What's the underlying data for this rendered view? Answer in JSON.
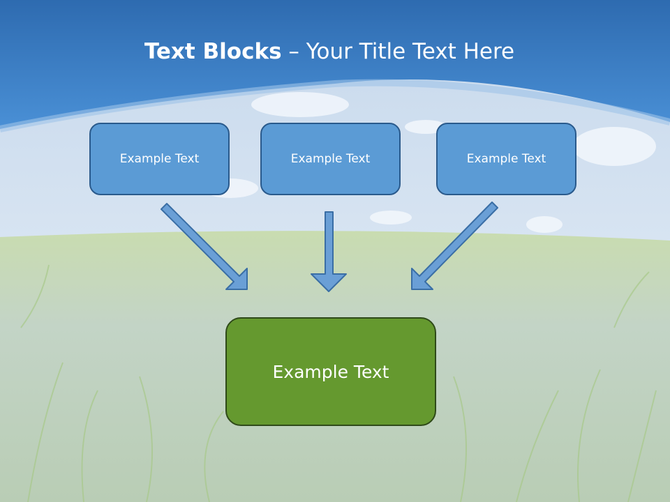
{
  "slide": {
    "title_bold": "Text Blocks",
    "title_dash": " – ",
    "title_rest": "Your Title Text Here"
  },
  "blocks": [
    {
      "label": "Example Text"
    },
    {
      "label": "Example Text"
    },
    {
      "label": "Example Text"
    }
  ],
  "result_block": {
    "label": "Example Text"
  },
  "colors": {
    "small_box_fill": "#5b9bd5",
    "small_box_border": "#2a5a8c",
    "result_box_fill": "#65992f",
    "result_box_border": "#2f4a19",
    "arrow_fill": "#6a9fd6",
    "arrow_stroke": "#3a6ea5",
    "sky_top": "#2f6fb5",
    "grass": "#9fc37a"
  }
}
